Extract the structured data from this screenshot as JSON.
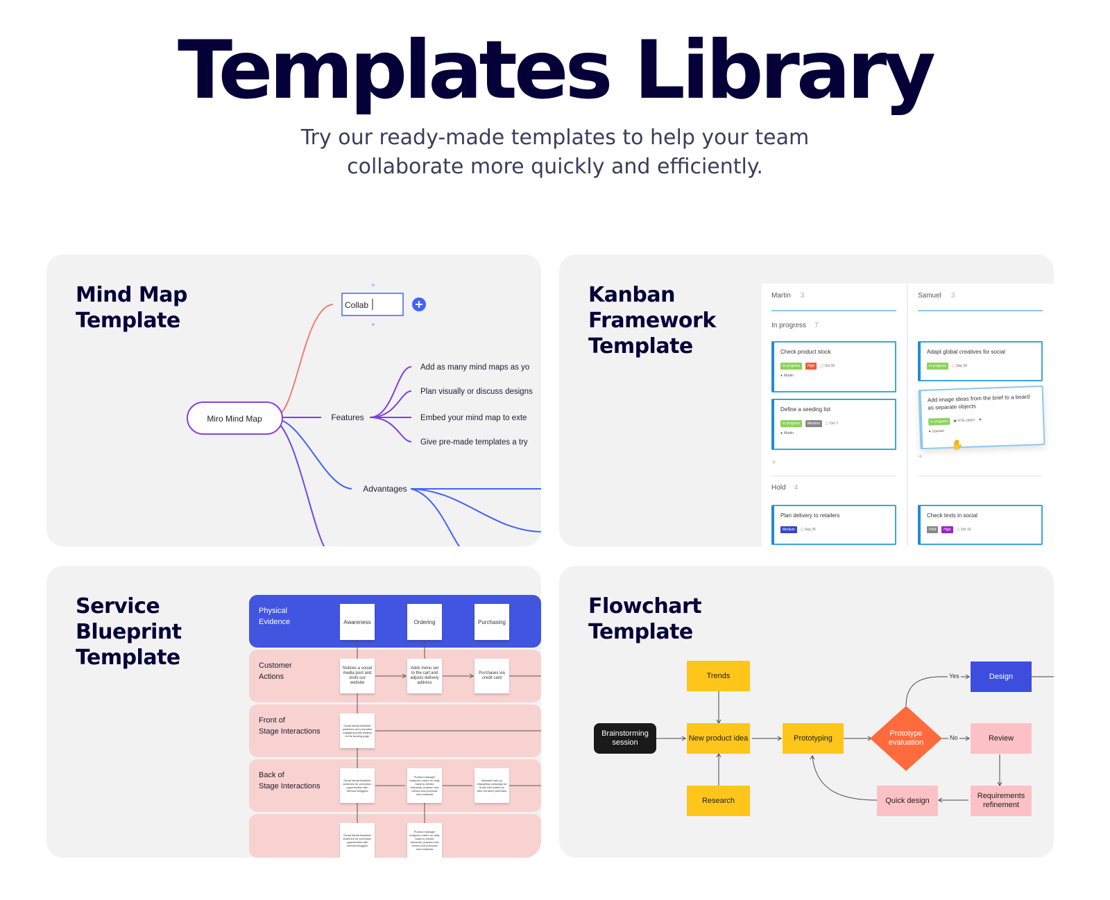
{
  "header": {
    "title": "Templates Library",
    "subtitle_line1": "Try our ready-made templates to help your team",
    "subtitle_line2": "collaborate more quickly and efficiently."
  },
  "cards": {
    "mindmap": {
      "title_line1": "Mind Map",
      "title_line2": "Template",
      "root": "Miro Mind Map",
      "editing_node": "Collab",
      "branch_features": "Features",
      "branch_advantages": "Advantages",
      "feature_items": [
        "Add as many mind maps as yo",
        "Plan visually or discuss designs",
        "Embed your mind map to exte",
        "Give pre-made templates a try"
      ]
    },
    "kanban": {
      "title_line1": "Kanban",
      "title_line2": "Framework",
      "title_line3": "Template",
      "columns": [
        {
          "name": "Martin",
          "count": "3",
          "group1": "In progress",
          "group1_count": "7",
          "cards": [
            {
              "title": "Check product stock",
              "tag1": "In progress",
              "tag2": "High",
              "due": "Oct 25",
              "owner": "Martin"
            },
            {
              "title": "Define a seeding list",
              "tag1": "In progress",
              "tag2": "Medium",
              "due": "Oct 7",
              "owner": "Martin"
            }
          ],
          "group2": "Hold",
          "group2_count": "4",
          "hold_card": {
            "title": "Plan delivery to retailers",
            "tag1": "Medium",
            "due": "Sep 25"
          }
        },
        {
          "name": "Samuel",
          "count": "3",
          "cards": [
            {
              "title": "Adapt global creatives for social",
              "tag1": "In progress",
              "due": "Sep 30"
            },
            {
              "title": "Add image ideas from the brief to a board as separate objects",
              "tag1": "In progress",
              "due": "RTB-19667",
              "owner": "Samuel"
            }
          ],
          "hold_card": {
            "title": "Check texts in social",
            "tag1": "Hold",
            "tag2": "High",
            "due": "Oct 15"
          }
        }
      ]
    },
    "blueprint": {
      "title_line1": "Service",
      "title_line2": "Blueprint",
      "title_line3": "Template",
      "lanes": [
        {
          "label_line1": "Physical",
          "label_line2": "Evidence"
        },
        {
          "label_line1": "Customer",
          "label_line2": "Actions"
        },
        {
          "label_line1": "Front of",
          "label_line2": "Stage Interactions"
        },
        {
          "label_line1": "Back of",
          "label_line2": "Stage Interactions"
        }
      ],
      "evidence": [
        "Awareness",
        "Ordering",
        "Purchasing"
      ],
      "customer_actions": [
        "Notices a social media post and visits our website",
        "Adds menu set to the cart and adjusts delivery address",
        "Purchases via credit card"
      ],
      "front_stage": [
        "Social Media Marketer publishes and promotes engaging posts leading to the landing page"
      ],
      "back_stage": [
        "Social Media Marketer searches for promotion opportunities with relevant bloggers",
        "Product manager analyzes orders on daily basis to predict demands, prepare new menus and purchase new materials",
        "Marketer sets up retargeting campaign for those who added an item but didn't purchase"
      ],
      "bottom_stickies": [
        "Social Media Marketer searches for promotion opportunities with relevant bloggers",
        "Product manager analyzes orders on daily basis to predict demands, prepare new menus and purchase new materials"
      ]
    },
    "flowchart": {
      "title_line1": "Flowchart",
      "title_line2": "Template",
      "nodes": {
        "trends": "Trends",
        "brainstorm_line1": "Brainstorming",
        "brainstorm_line2": "session",
        "new_idea": "New product idea",
        "research": "Research",
        "prototyping": "Prototyping",
        "evaluation_line1": "Prototype",
        "evaluation_line2": "evaluation",
        "design": "Design",
        "review": "Review",
        "requirements_line1": "Requirements",
        "requirements_line2": "refinement",
        "quick_design": "Quick design"
      },
      "labels": {
        "yes": "Yes",
        "no": "No"
      }
    }
  },
  "colors": {
    "navy": "#050038",
    "mindmap_purple": "#7b3fe4",
    "mindmap_salmon": "#f07d6c",
    "mindmap_blue": "#4262ff",
    "kanban_accent": "#3aa4e0",
    "blueprint_blue": "#4255e0",
    "blueprint_pink": "#f8d2d0",
    "flow_yellow": "#fec61a",
    "flow_orange": "#ff6b3d",
    "flow_pink": "#fcc1c4",
    "flow_blue": "#3d4ede"
  }
}
